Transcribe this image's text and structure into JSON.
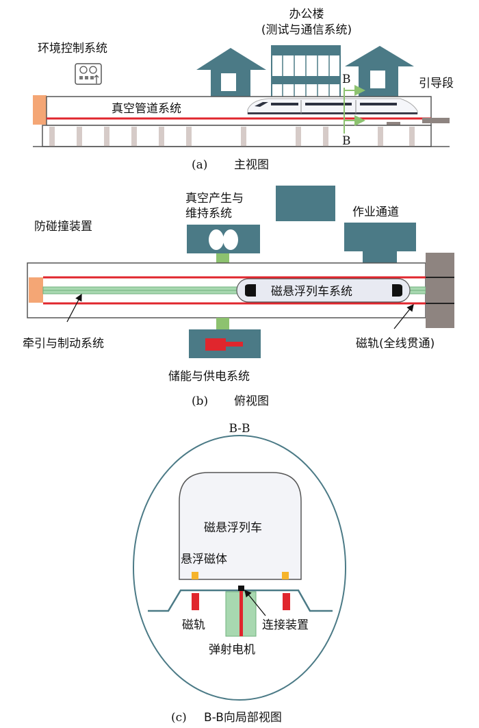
{
  "colors": {
    "teal": "#4b7a86",
    "rail_red": "#e0262d",
    "green": "#8dc26f",
    "light_green": "#a8d8b0",
    "orange": "#f4a675",
    "gray": "#8e8480",
    "yellow": "#f6b42b",
    "pale": "#f3f4f8"
  },
  "front_view": {
    "env_control_label": "环境控制系统",
    "office_label_1": "办公楼",
    "office_label_2": "(测试与通信系统)",
    "vacuum_tube_label": "真空管道系统",
    "guide_section_label": "引导段",
    "section_mark": "B",
    "caption_letter": "(a)",
    "caption_text": "主视图"
  },
  "top_view": {
    "vacuum_gen_label_1": "真空产生与",
    "vacuum_gen_label_2": "维持系统",
    "work_channel_label": "作业通道",
    "anti_collision_label": "防碰撞装置",
    "maglev_system_label": "磁悬浮列车系统",
    "traction_label": "牵引与制动系统",
    "magnetic_rail_label": "磁轨(全线贯通)",
    "energy_label": "储能与供电系统",
    "caption_letter": "(b)",
    "caption_text": "俯视图"
  },
  "section_view": {
    "title": "B-B",
    "maglev_train_label": "磁悬浮列车",
    "levitation_magnet_label": "悬浮磁体",
    "magnetic_rail_label": "磁轨",
    "connector_label": "连接装置",
    "launch_motor_label": "弹射电机",
    "caption_letter": "(c)",
    "caption_text": "B-B向局部视图"
  }
}
